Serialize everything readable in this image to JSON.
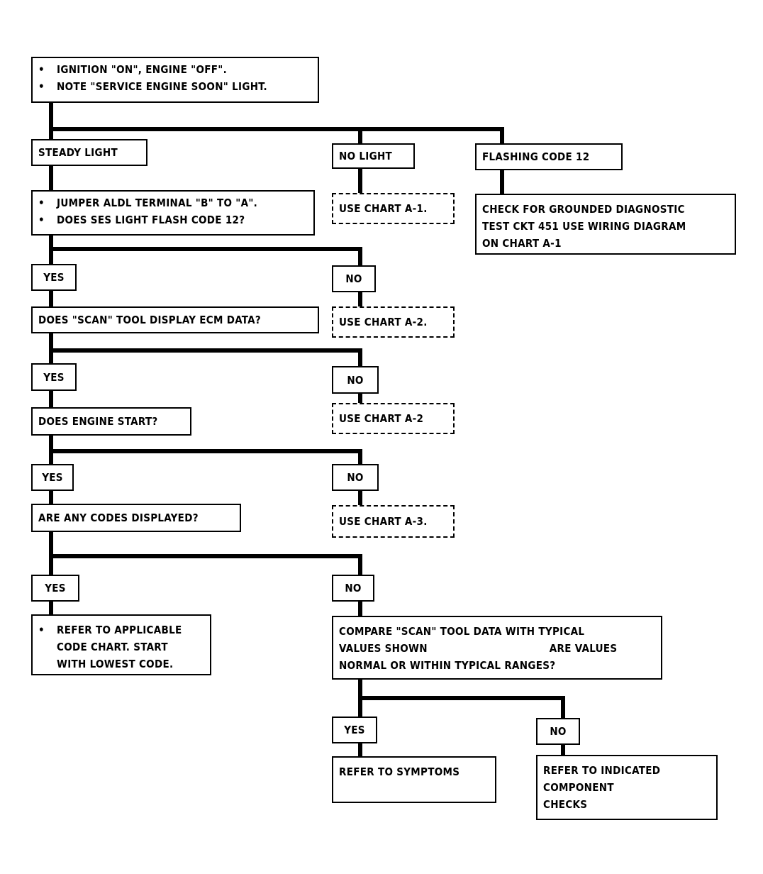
{
  "start": {
    "line1": "IGNITION \"ON\", ENGINE \"OFF\".",
    "line2": "NOTE \"SERVICE ENGINE SOON\" LIGHT.",
    "bullet": "•"
  },
  "branch1": {
    "steady": "STEADY LIGHT",
    "no_light": "NO LIGHT",
    "flashing": "FLASHING CODE 12",
    "use_a1": "USE CHART A-1.",
    "check_line1": "CHECK FOR GROUNDED DIAGNOSTIC",
    "check_line2": "TEST CKT 451   USE WIRING DIAGRAM",
    "check_line3": "ON CHART A-1"
  },
  "jumper": {
    "line1": "JUMPER  ALDL TERMINAL \"B\" TO \"A\".",
    "line2": "DOES SES LIGHT FLASH CODE 12?"
  },
  "q2": {
    "yes": "YES",
    "no": "NO",
    "no_action": "USE CHART A-2.",
    "next_question": "DOES \"SCAN\" TOOL DISPLAY ECM DATA?"
  },
  "q3": {
    "yes": "YES",
    "no": "NO",
    "no_action": "USE CHART A-2",
    "next_question": "DOES ENGINE START?"
  },
  "q4": {
    "yes": "YES",
    "no": "NO",
    "no_action": "USE CHART A-3.",
    "next_question": "ARE ANY CODES DISPLAYED?"
  },
  "q5": {
    "yes": "YES",
    "no": "NO",
    "refer_line1": "REFER TO APPLICABLE",
    "refer_line2": "CODE CHART.  START",
    "refer_line3": "WITH LOWEST CODE.",
    "compare_line1": "COMPARE \"SCAN\" TOOL DATA WITH TYPICAL",
    "compare_line2a": "VALUES SHOWN",
    "compare_line2b": "ARE VALUES",
    "compare_line3": "NORMAL OR WITHIN TYPICAL RANGES?"
  },
  "q6": {
    "yes": "YES",
    "no": "NO",
    "symptoms": "REFER TO SYMPTOMS",
    "indicated_line1": "REFER TO INDICATED",
    "indicated_line2": "COMPONENT",
    "indicated_line3": "CHECKS"
  }
}
